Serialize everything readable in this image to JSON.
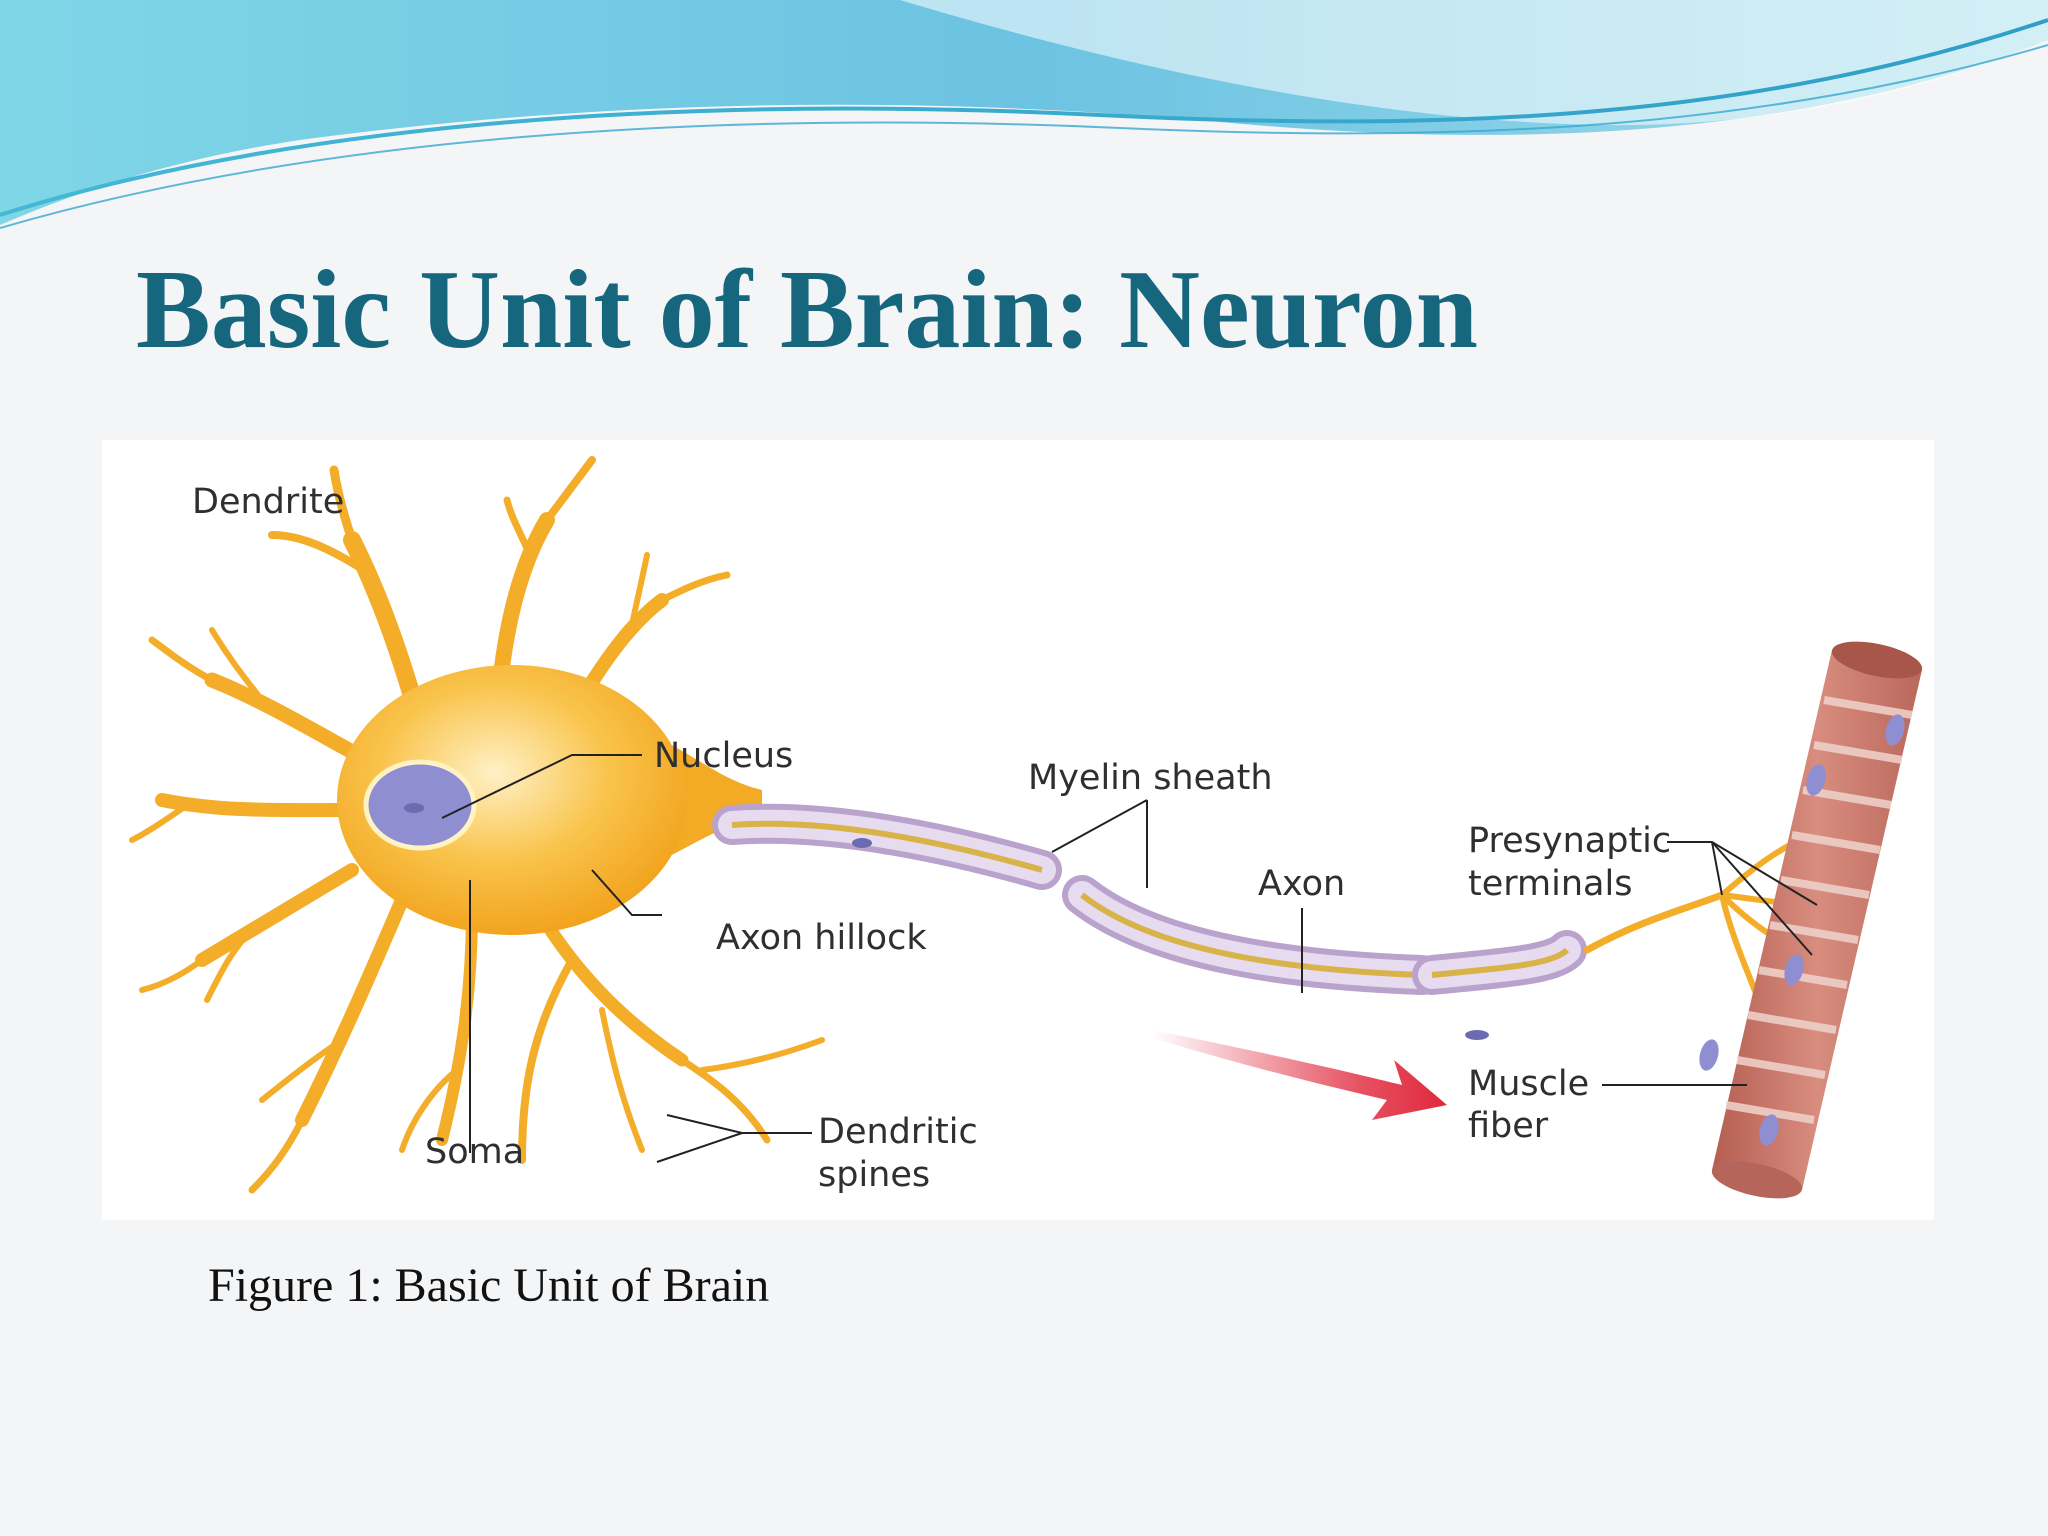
{
  "slide": {
    "title": "Basic Unit of Brain: Neuron",
    "caption": "Figure 1: Basic Unit of Brain"
  },
  "diagram": {
    "labels": {
      "dendrite": "Dendrite",
      "nucleus": "Nucleus",
      "myelin_sheath": "Myelin sheath",
      "axon": "Axon",
      "axon_hillock": "Axon hillock",
      "soma": "Soma",
      "dendritic_spines_1": "Dendritic",
      "dendritic_spines_2": "spines",
      "presynaptic_terminals_1": "Presynaptic",
      "presynaptic_terminals_2": "terminals",
      "muscle_fiber_1": "Muscle",
      "muscle_fiber_2": "fiber"
    }
  },
  "colors": {
    "title": "#16667d",
    "neuron_body": "#f6b22c",
    "nucleus": "#8f8ed0",
    "myelin": "#d9c6e3",
    "axon_core": "#d8b34a",
    "muscle": "#c9786b",
    "muscle_band": "#f0d4cc",
    "signal_arrow": "#e0283c",
    "header_wave": "#5ac3dd"
  }
}
